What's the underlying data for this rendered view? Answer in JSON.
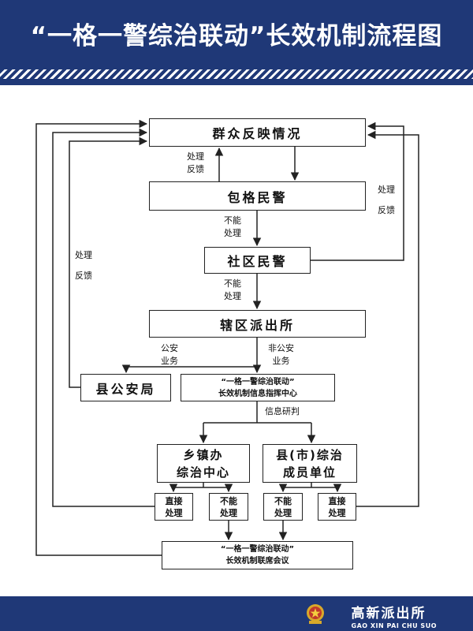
{
  "title": "“一格一警综治联动”长效机制流程图",
  "boxes": {
    "report": "群众反映情况",
    "grid_police": "包格民警",
    "community_police": "社区民警",
    "station": "辖区派出所",
    "county_bureau": "县公安局",
    "command_line1": "“一格一警综治联动”",
    "command_line2": "长效机制信息指挥中心",
    "township_line1": "乡镇办",
    "township_line2": "综治中心",
    "member_line1": "县(市)综治",
    "member_line2": "成员单位",
    "direct1_line1": "直接",
    "direct1_line2": "处理",
    "unable1_line1": "不能",
    "unable1_line2": "处理",
    "unable2_line1": "不能",
    "unable2_line2": "处理",
    "direct2_line1": "直接",
    "direct2_line2": "处理",
    "joint_line1": "“一格一警综治联动”",
    "joint_line2": "长效机制联席会议"
  },
  "labels": {
    "feedback_a1": "处理",
    "feedback_a2": "反馈",
    "feedback_b1": "处理",
    "feedback_b2": "反馈",
    "feedback_c1": "处理",
    "feedback_c2": "反馈",
    "unable_a1": "不能",
    "unable_a2": "处理",
    "unable_b1": "不能",
    "unable_b2": "处理",
    "public_sec1": "公安",
    "public_sec2": "业务",
    "non_public1": "非公安",
    "non_public2": "业务",
    "research": "信息研判"
  },
  "footer": {
    "name": "高新派出所",
    "name_en": "GAO XIN PAI CHU SUO"
  },
  "colors": {
    "navy": "#1f3877",
    "line": "#222222"
  }
}
